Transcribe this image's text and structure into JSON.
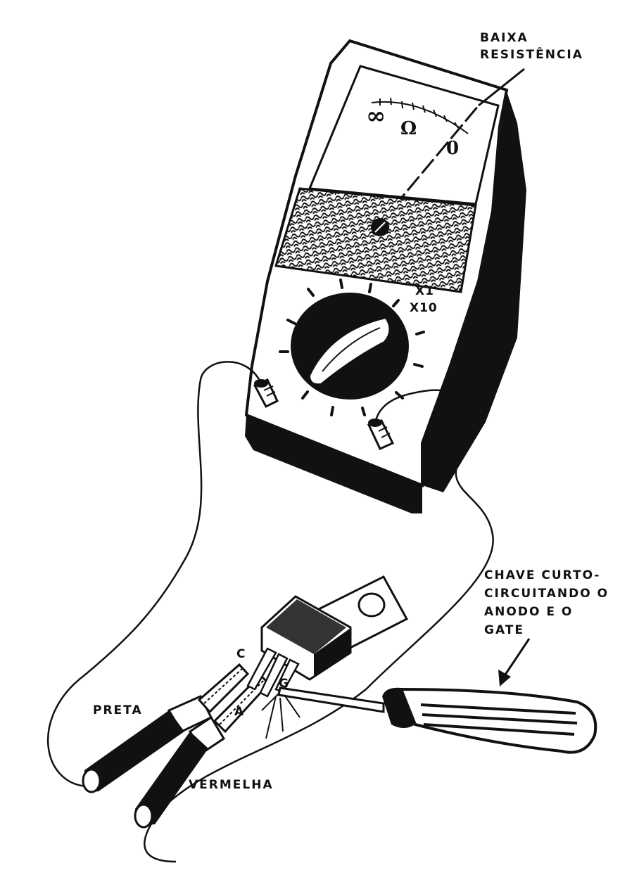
{
  "labels": {
    "baixa_resistencia": [
      "BAIXA",
      "RESISTÊNCIA"
    ],
    "range_x1": "X1",
    "range_x10": "X10",
    "scale_infinity": "∞",
    "scale_omega": "Ω",
    "scale_zero": "0",
    "pin_c": "C",
    "pin_g": "G",
    "pin_a": "A",
    "probe_black": "PRETA",
    "probe_red": "VERMELHA",
    "chave": [
      "CHAVE CURTO-",
      "CIRCUITANDO O",
      "ANODO E O",
      "GATE"
    ]
  },
  "colors": {
    "ink": "#111111",
    "paper": "#ffffff"
  }
}
